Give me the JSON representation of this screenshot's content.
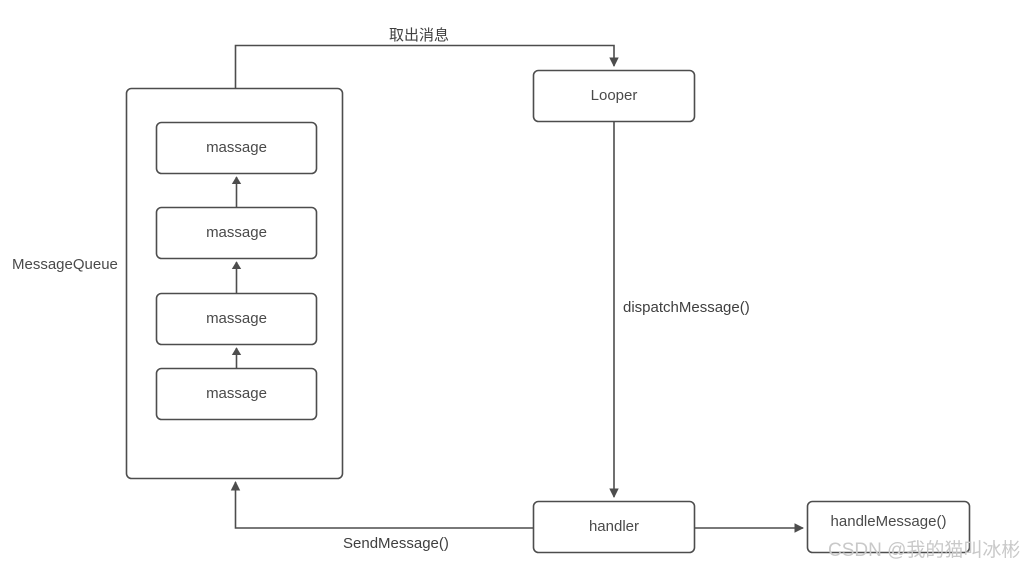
{
  "diagram": {
    "title": "Android Handler Message Mechanism",
    "stroke_color": "#4d4d4d",
    "fill_color": "#ffffff",
    "text_color": "#4a4a4a",
    "watermark_color": "#c9c9c9",
    "nodes": {
      "message_queue": {
        "label": "MessageQueue"
      },
      "messages": [
        {
          "label": "massage"
        },
        {
          "label": "massage"
        },
        {
          "label": "massage"
        },
        {
          "label": "massage"
        }
      ],
      "looper": {
        "label": "Looper"
      },
      "handler": {
        "label": "handler"
      },
      "handle_message": {
        "label": "handleMessage()"
      }
    },
    "edges": {
      "queue_to_looper": {
        "label": "取出消息"
      },
      "looper_to_handler": {
        "label": "dispatchMessage()"
      },
      "handler_to_queue": {
        "label": "SendMessage()"
      },
      "handler_to_handle_message": {
        "label": ""
      }
    },
    "watermark": {
      "text": "CSDN @我的猫叫冰彬"
    }
  }
}
